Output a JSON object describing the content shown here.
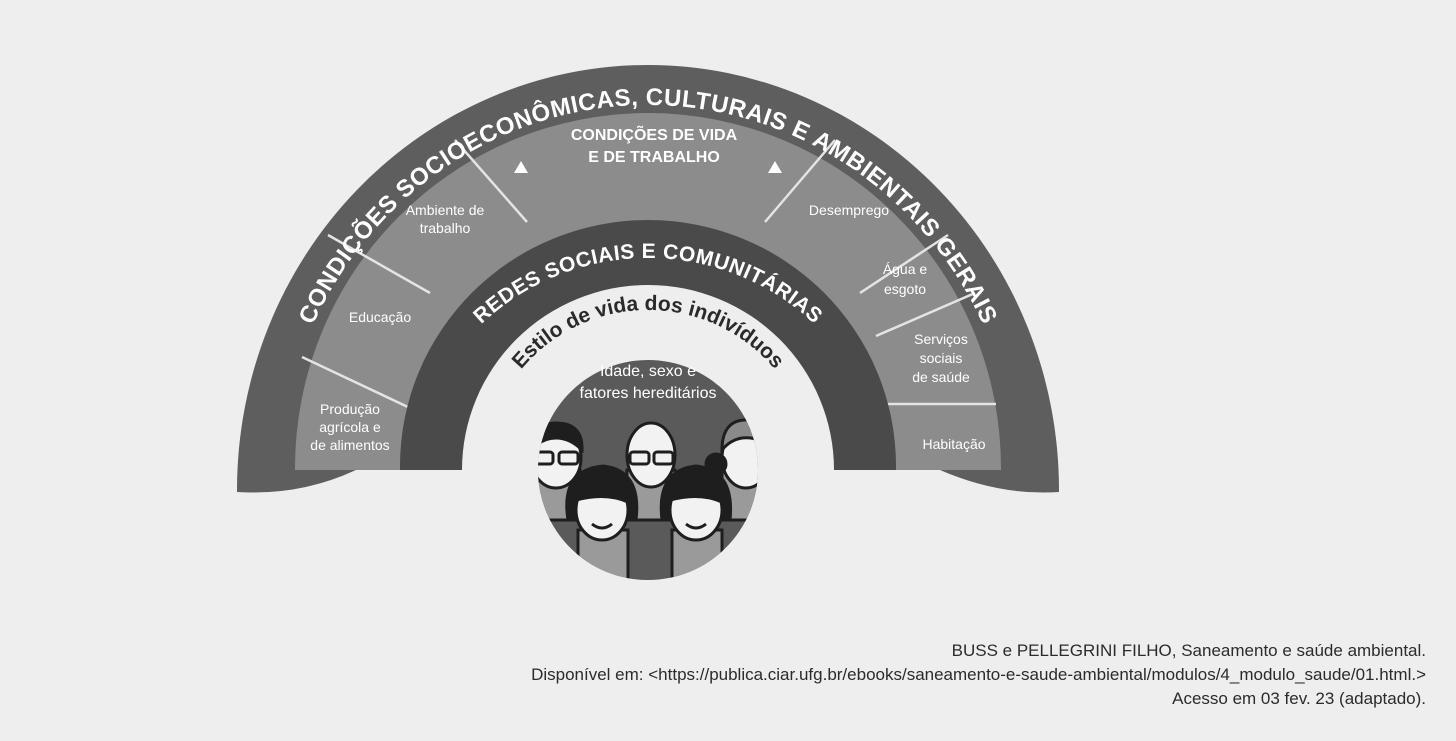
{
  "diagram": {
    "outer_title": "CONDIÇÕES SOCIOECONÔMICAS, CULTURAIS E AMBIENTAIS GERAIS",
    "inner_ring_title": "CONDIÇÕES DE VIDA",
    "inner_ring_title_2": "E DE TRABALHO",
    "segments": {
      "producao_l1": "Produção",
      "producao_l2": "agrícola e",
      "producao_l3": "de alimentos",
      "educacao": "Educação",
      "ambiente_l1": "Ambiente de",
      "ambiente_l2": "trabalho",
      "desemprego": "Desemprego",
      "agua_l1": "Água e",
      "agua_l2": "esgoto",
      "servicos_l1": "Serviços",
      "servicos_l2": "sociais",
      "servicos_l3": "de saúde",
      "habitacao": "Habitação"
    },
    "redes_title": "REDES SOCIAIS E COMUNITÁRIAS",
    "estilo_title": "Estilo de vida dos indivíduos",
    "center_l1": "Idade, sexo e",
    "center_l2": "fatores hereditários"
  },
  "caption": {
    "line1": "BUSS e PELLEGRINI FILHO, Saneamento e saúde ambiental.",
    "line2": "Disponível em: <https://publica.ciar.ufg.br/ebooks/saneamento-e-saude-ambiental/modulos/4_modulo_saude/01.html.>",
    "line3": "Acesso em 03 fev. 23 (adaptado)."
  },
  "colors": {
    "outer_band": "#5e5e5e",
    "segment_band": "#8c8c8c",
    "segment_lines": "#e4e4e4",
    "redes_band": "#4a4a4a",
    "estilo_band": "#eeeeee",
    "center_disc": "#5a5a5a"
  },
  "icons": [
    "arrow-left-icon",
    "arrow-right-icon",
    "people-illustration"
  ]
}
